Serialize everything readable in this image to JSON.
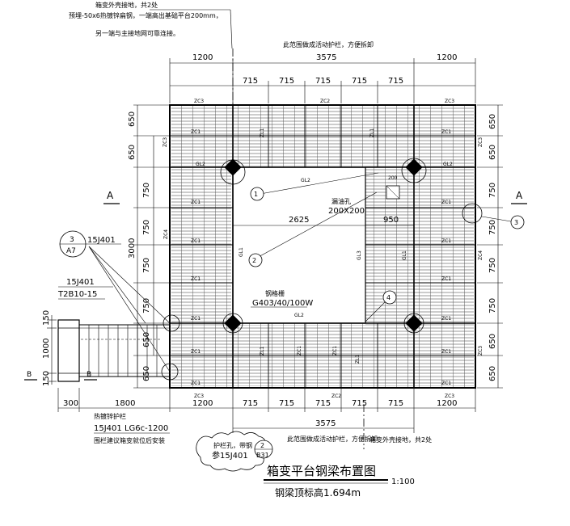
{
  "notes": {
    "top_left_1": "箱变外壳接地，共2处",
    "top_left_2": "预埋-50x6热镀锌扁钢，一端高出基础平台200mm，",
    "top_left_3": "另一端与主接地网可靠连接。",
    "top_railing": "此范围做成活动护栏，方便拆卸",
    "bottom_railing": "此范围做成活动护栏，方便拆卸",
    "bottom_ground": "箱变外壳接地，共2处",
    "hot_dip_railing": "热镀锌护栏",
    "ladder_ref": "15J401 LG6c-1200",
    "ladder_note": "围栏建议箱变就位后安装",
    "hole_label": "护栏孔，带钢",
    "hole_ref": "参15J401",
    "oil_hole": "漏油孔",
    "oil_hole_size": "200X200",
    "grating_label": "钢格栅",
    "grating_spec": "G403/40/100W"
  },
  "dims": {
    "top_overall": [
      "1200",
      "3575",
      "1200"
    ],
    "top_sub": [
      "715",
      "715",
      "715",
      "715",
      "715"
    ],
    "bottom_sub": [
      "1800",
      "1200",
      "715",
      "715",
      "715",
      "715",
      "715",
      "1200"
    ],
    "bottom_left": "300",
    "bottom_overall": "3575",
    "left_sub": [
      "650",
      "650",
      "750",
      "750",
      "750",
      "750",
      "650",
      "650"
    ],
    "left_overall": "3000",
    "right_sub": [
      "650",
      "650",
      "750",
      "750",
      "750",
      "750",
      "650",
      "650"
    ],
    "stair": [
      "150",
      "1000",
      "150"
    ],
    "opening_w": "2625",
    "opening_r": "950",
    "small_200": "200"
  },
  "sections": {
    "a_left": "A",
    "a_right": "A",
    "b_left": "B",
    "b_right": "B"
  },
  "callouts": {
    "detail_3_num": "3",
    "detail_3_sheet": "A7",
    "detail_3_ref": "15J401",
    "t2b_ref1": "15J401",
    "t2b_ref2": "T2B10-15",
    "detail_2_num": "2",
    "detail_2_sheet": "B31",
    "circ_1": "1",
    "circ_2": "2",
    "circ_3": "3",
    "circ_4": "4"
  },
  "members": {
    "zc3": "ZC3",
    "zc1": "ZC1",
    "zc2": "ZC2",
    "zc4": "ZC4",
    "gl1": "GL1",
    "gl2": "GL2",
    "gl3": "GL3",
    "zl1": "ZL1"
  },
  "title": {
    "main": "箱变平台钢梁布置图",
    "scale": "1:100",
    "sub": "钢梁顶标高1.694m"
  }
}
